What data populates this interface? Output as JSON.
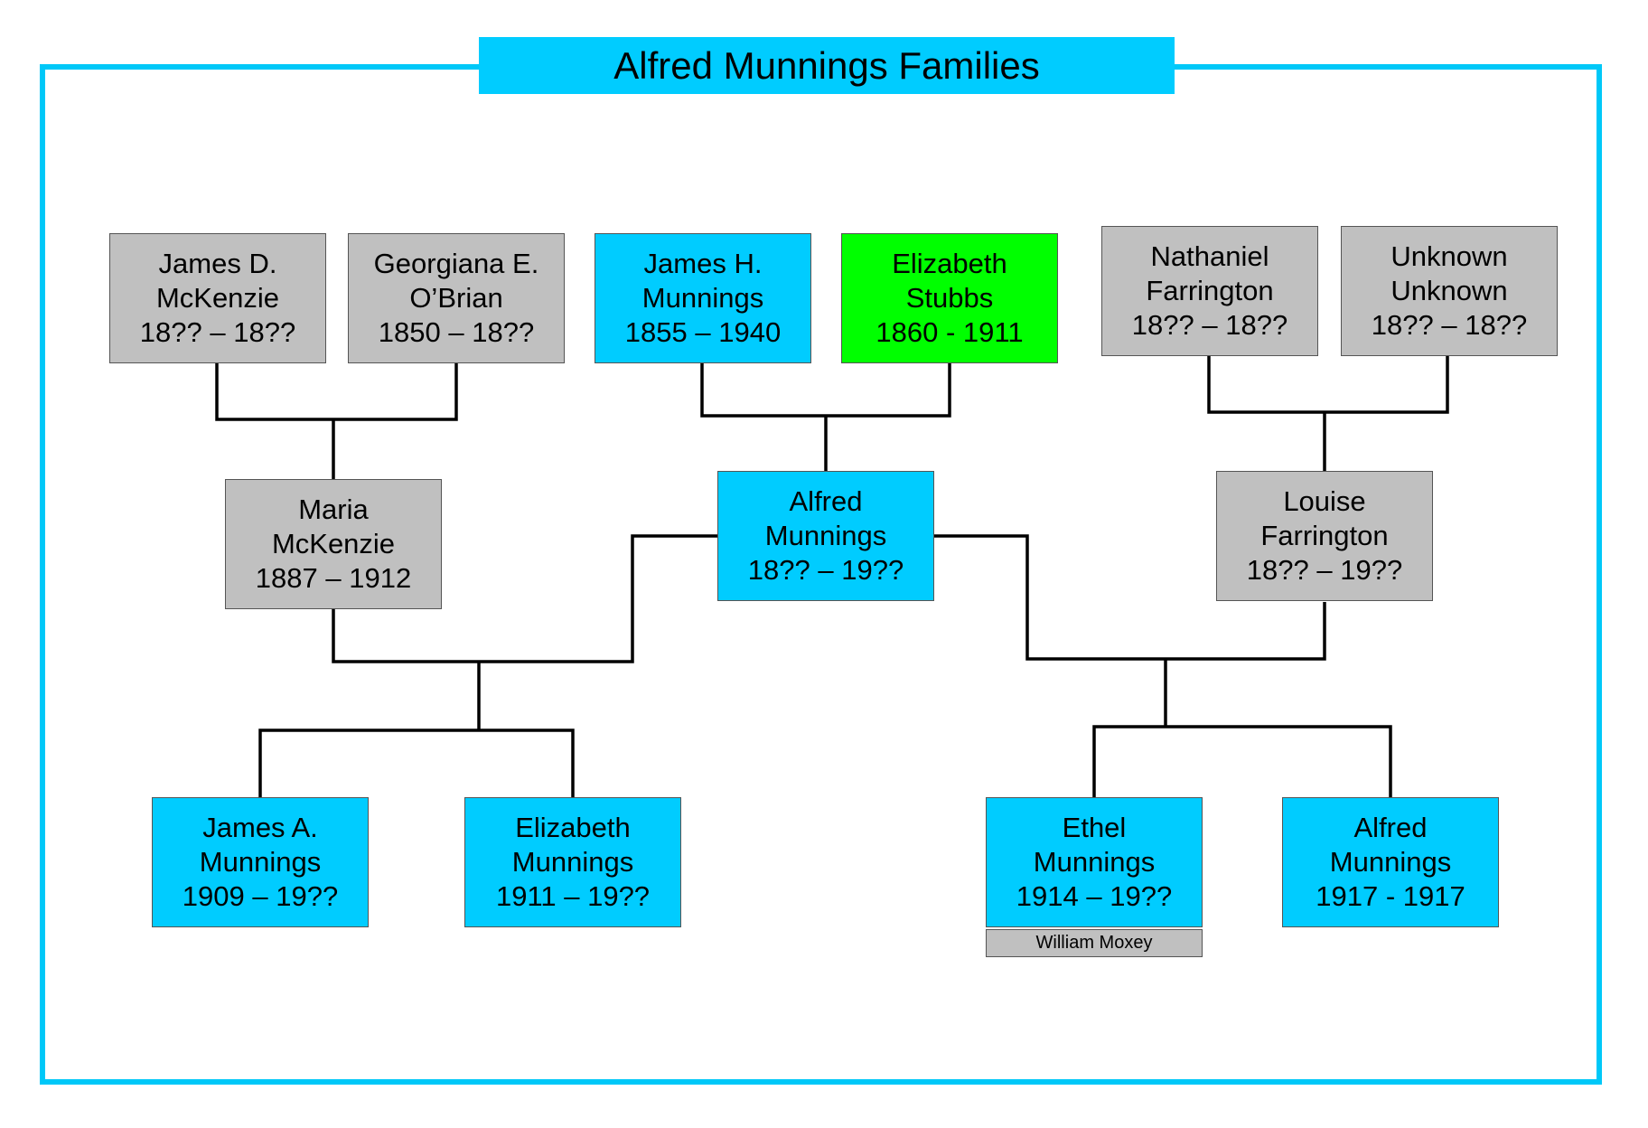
{
  "title": "Alfred Munnings Families",
  "colors": {
    "frame": "#00c8f8",
    "blue": "#00ccff",
    "gray": "#c0c0c0",
    "green": "#00ff00"
  },
  "people": {
    "james_d": {
      "line1": "James D.",
      "line2": "McKenzie",
      "line3": "18?? – 18??"
    },
    "georgiana": {
      "line1": "Georgiana E.",
      "line2": "O’Brian",
      "line3": "1850 – 18??"
    },
    "james_h": {
      "line1": "James H.",
      "line2": "Munnings",
      "line3": "1855 – 1940"
    },
    "elizabeth_s": {
      "line1": "Elizabeth",
      "line2": "Stubbs",
      "line3": "1860 - 1911"
    },
    "nathaniel": {
      "line1": "Nathaniel",
      "line2": "Farrington",
      "line3": "18?? – 18??"
    },
    "unknown": {
      "line1": "Unknown",
      "line2": "Unknown",
      "line3": "18?? – 18??"
    },
    "maria": {
      "line1": "Maria",
      "line2": "McKenzie",
      "line3": "1887 – 1912"
    },
    "alfred": {
      "line1": "Alfred",
      "line2": "Munnings",
      "line3": "18?? – 19??"
    },
    "louise": {
      "line1": "Louise",
      "line2": "Farrington",
      "line3": "18?? – 19??"
    },
    "james_a": {
      "line1": "James A.",
      "line2": "Munnings",
      "line3": "1909 – 19??"
    },
    "elizabeth_m": {
      "line1": "Elizabeth",
      "line2": "Munnings",
      "line3": "1911 – 19??"
    },
    "ethel": {
      "line1": "Ethel",
      "line2": "Munnings",
      "line3": "1914 – 19??",
      "spouse": "William Moxey"
    },
    "alfred_jr": {
      "line1": "Alfred",
      "line2": "Munnings",
      "line3": "1917 - 1917"
    }
  }
}
